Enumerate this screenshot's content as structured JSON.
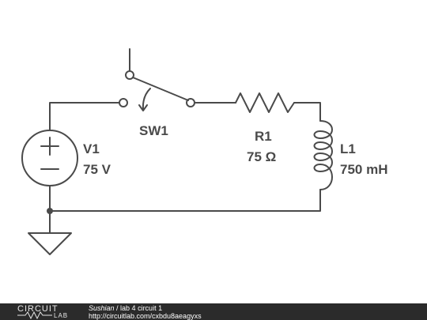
{
  "circuit": {
    "source": {
      "name": "V1",
      "value": "75 V"
    },
    "switch": {
      "name": "SW1"
    },
    "resistor": {
      "name": "R1",
      "value": "75 Ω"
    },
    "inductor": {
      "name": "L1",
      "value": "750 mH"
    }
  },
  "footer": {
    "logo_top": "CIRCUIT",
    "logo_bottom": "LAB",
    "author": "Sushian",
    "separator": " / ",
    "title": "lab 4 circuit 1",
    "url": "http://circuitlab.com/cxbdu8aeagyxs"
  },
  "colors": {
    "wire": "#4a4a4a",
    "footer_background": "#2b2b2b",
    "footer_text": "#ffffff"
  }
}
